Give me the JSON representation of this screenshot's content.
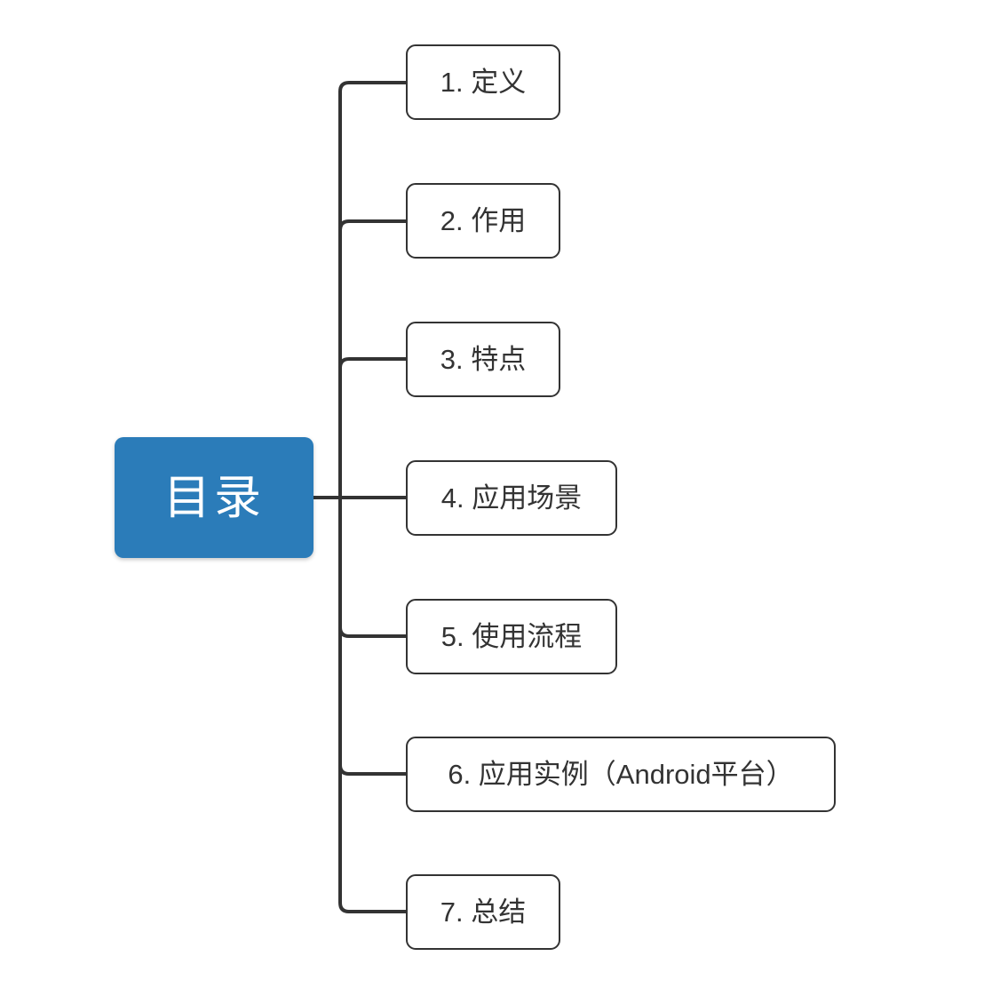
{
  "diagram": {
    "type": "mind-map",
    "title": "目录",
    "background_color": "#ffffff",
    "root": {
      "label": "目录",
      "fill_color": "#2b7cb9",
      "text_color": "#ffffff"
    },
    "branch_style": {
      "line_color": "#333333",
      "line_width": 3,
      "node_border_color": "#333333",
      "node_fill_color": "#ffffff",
      "node_text_color": "#333333"
    },
    "children": [
      {
        "index": "1",
        "label": "1. 定义"
      },
      {
        "index": "2",
        "label": "2. 作用"
      },
      {
        "index": "3",
        "label": "3. 特点"
      },
      {
        "index": "4",
        "label": "4. 应用场景"
      },
      {
        "index": "5",
        "label": "5. 使用流程"
      },
      {
        "index": "6",
        "label": "6. 应用实例（Android平台）"
      },
      {
        "index": "7",
        "label": "7. 总结"
      }
    ]
  }
}
